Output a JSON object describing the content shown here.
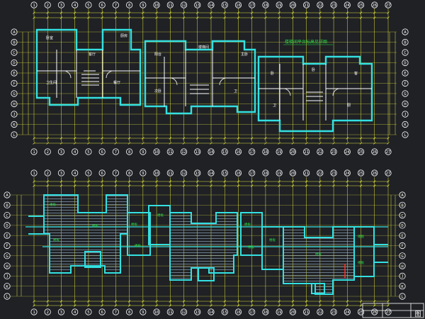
{
  "drawing": {
    "title": "Residential building floor plan and foundation/slab plan (CAD drawing)",
    "colors": {
      "background": "#1f2125",
      "axis_line": "#e3e33a",
      "axis_bubble": "#ffffff",
      "wall": "#33e0e0",
      "room_line": "#ffffff",
      "dimension": "#e6e640",
      "hatch": "#8aa3b5",
      "annotation": "#22dd44",
      "red_mark": "#ff3030"
    }
  },
  "plan_top": {
    "name": "upper-floor-plan",
    "axis_labels": [
      "1",
      "2",
      "3",
      "4",
      "5",
      "6",
      "7",
      "8",
      "9",
      "10",
      "11",
      "12",
      "13",
      "14",
      "15",
      "16",
      "17",
      "18",
      "19",
      "20",
      "21",
      "22",
      "23",
      "24",
      "25",
      "26",
      "27"
    ],
    "row_labels": [
      "A",
      "B",
      "C",
      "D",
      "E",
      "F",
      "G",
      "H",
      "J",
      "K",
      "L"
    ],
    "room_tags": [
      "卧室",
      "客厅",
      "厨房",
      "卫生间",
      "餐厅",
      "阳台",
      "楼梯间",
      "主卧",
      "次卧",
      "卫",
      "卧",
      "卧",
      "客",
      "卫",
      "厨"
    ],
    "annotation": "楼梯间平台标高见详图"
  },
  "plan_bottom": {
    "name": "slab-foundation-plan",
    "axis_labels": [
      "1",
      "2",
      "3",
      "4",
      "5",
      "6",
      "7",
      "8",
      "9",
      "10",
      "11",
      "12",
      "13",
      "14",
      "15",
      "16",
      "17",
      "18",
      "19",
      "20",
      "21",
      "22",
      "23",
      "24",
      "25",
      "26",
      "27"
    ],
    "slab_tags": [
      "楼板",
      "楼板",
      "楼板",
      "楼板",
      "楼板",
      "楼板",
      "楼板",
      "楼板",
      "楼板",
      "楼板",
      "楼板",
      "楼板"
    ]
  },
  "title_block": {
    "label": "图"
  }
}
